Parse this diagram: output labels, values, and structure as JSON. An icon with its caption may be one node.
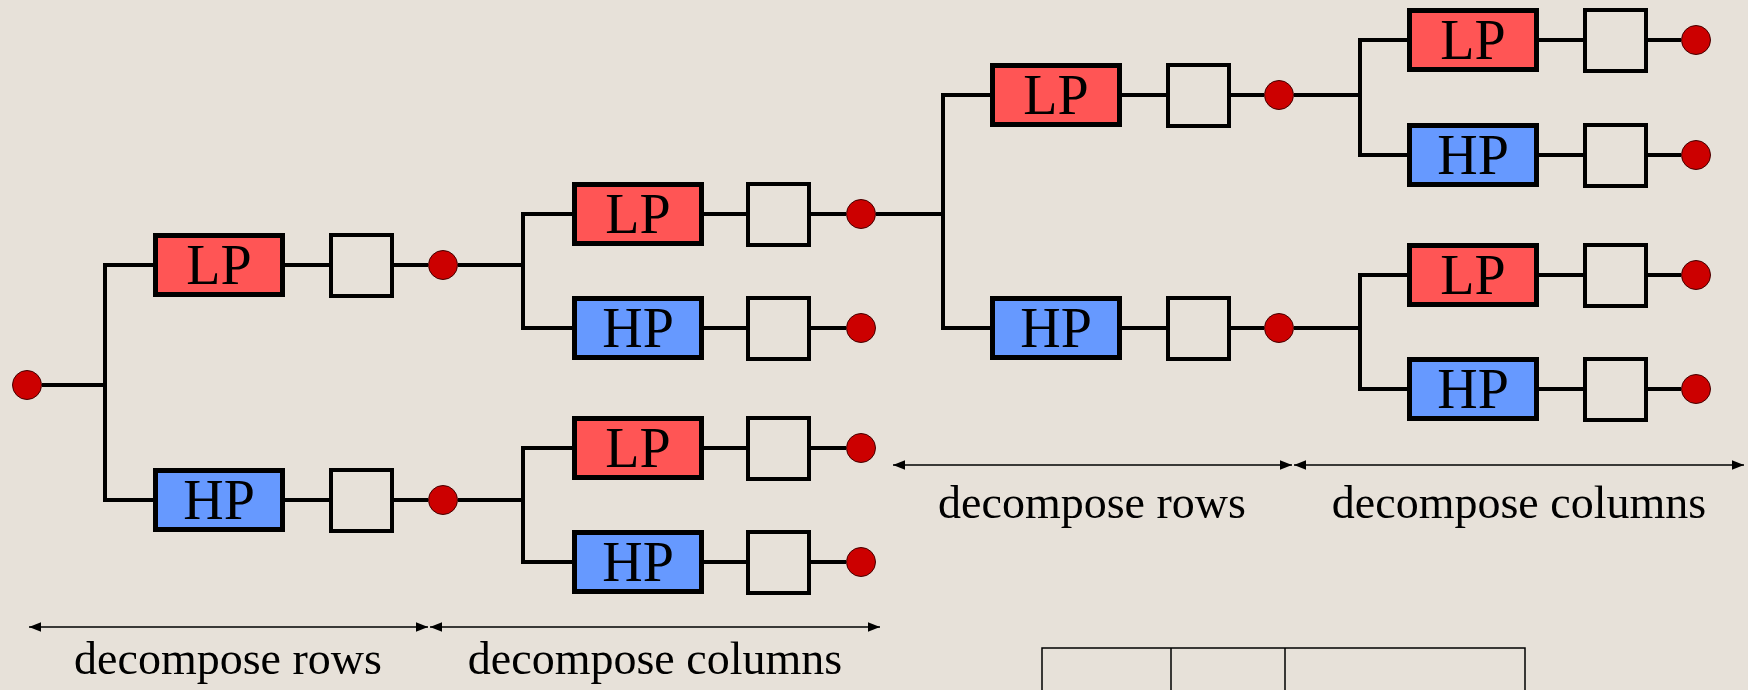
{
  "diagram": {
    "nodes": [
      {
        "text": [],
        "shape": "circle"
      },
      {
        "text": [
          "LP"
        ]
      },
      {
        "text": [],
        "shape": "box"
      },
      {
        "text": [],
        "shape": "circle"
      },
      {
        "text": [
          "HP"
        ]
      },
      {
        "text": [],
        "shape": "box"
      },
      {
        "text": [],
        "shape": "circle"
      },
      {
        "text": [
          "LP"
        ]
      },
      {
        "text": [],
        "shape": "box"
      },
      {
        "text": [],
        "shape": "circle"
      },
      {
        "text": [
          "HP"
        ]
      },
      {
        "text": [],
        "shape": "box"
      },
      {
        "text": [],
        "shape": "circle"
      },
      {
        "text": [
          "LP"
        ]
      },
      {
        "text": [],
        "shape": "box"
      },
      {
        "text": [],
        "shape": "circle"
      },
      {
        "text": [
          "HP"
        ]
      },
      {
        "text": [],
        "shape": "box"
      },
      {
        "text": [],
        "shape": "circle"
      },
      {
        "text": [
          "LP"
        ]
      },
      {
        "text": [],
        "shape": "box"
      },
      {
        "text": [],
        "shape": "circle"
      },
      {
        "text": [
          "HP"
        ]
      },
      {
        "text": [],
        "shape": "box"
      },
      {
        "text": [],
        "shape": "circle"
      },
      {
        "text": [
          "LP"
        ]
      },
      {
        "text": [],
        "shape": "box"
      },
      {
        "text": [],
        "shape": "circle"
      },
      {
        "text": [
          "HP"
        ]
      },
      {
        "text": [],
        "shape": "box"
      },
      {
        "text": [],
        "shape": "circle"
      },
      {
        "text": [
          "LP"
        ]
      },
      {
        "text": [],
        "shape": "box"
      },
      {
        "text": [],
        "shape": "circle"
      },
      {
        "text": [
          "HP"
        ]
      },
      {
        "text": [],
        "shape": "box"
      },
      {
        "text": [],
        "shape": "circle"
      }
    ],
    "edges": [
      {
        "from": 0,
        "to": 1,
        "arrow": "none"
      },
      {
        "from": 0,
        "to": 4,
        "arrow": "none"
      },
      {
        "from": 1,
        "to": 2,
        "arrow": "none"
      },
      {
        "from": 2,
        "to": 3,
        "arrow": "none"
      },
      {
        "from": 4,
        "to": 5,
        "arrow": "none"
      },
      {
        "from": 5,
        "to": 6,
        "arrow": "none"
      },
      {
        "from": 3,
        "to": 7,
        "arrow": "none"
      },
      {
        "from": 3,
        "to": 10,
        "arrow": "none"
      },
      {
        "from": 7,
        "to": 8,
        "arrow": "none"
      },
      {
        "from": 8,
        "to": 9,
        "arrow": "none"
      },
      {
        "from": 10,
        "to": 11,
        "arrow": "none"
      },
      {
        "from": 11,
        "to": 12,
        "arrow": "none"
      },
      {
        "from": 6,
        "to": 13,
        "arrow": "none"
      },
      {
        "from": 6,
        "to": 16,
        "arrow": "none"
      },
      {
        "from": 13,
        "to": 14,
        "arrow": "none"
      },
      {
        "from": 14,
        "to": 15,
        "arrow": "none"
      },
      {
        "from": 16,
        "to": 17,
        "arrow": "none"
      },
      {
        "from": 17,
        "to": 18,
        "arrow": "none"
      },
      {
        "from": 9,
        "to": 19,
        "arrow": "none"
      },
      {
        "from": 9,
        "to": 22,
        "arrow": "none"
      },
      {
        "from": 19,
        "to": 20,
        "arrow": "none"
      },
      {
        "from": 20,
        "to": 21,
        "arrow": "none"
      },
      {
        "from": 22,
        "to": 23,
        "arrow": "none"
      },
      {
        "from": 23,
        "to": 24,
        "arrow": "none"
      },
      {
        "from": 21,
        "to": 25,
        "arrow": "none"
      },
      {
        "from": 21,
        "to": 28,
        "arrow": "none"
      },
      {
        "from": 25,
        "to": 26,
        "arrow": "none"
      },
      {
        "from": 26,
        "to": 27,
        "arrow": "none"
      },
      {
        "from": 28,
        "to": 29,
        "arrow": "none"
      },
      {
        "from": 29,
        "to": 30,
        "arrow": "none"
      },
      {
        "from": 24,
        "to": 31,
        "arrow": "none"
      },
      {
        "from": 24,
        "to": 34,
        "arrow": "none"
      },
      {
        "from": 31,
        "to": 32,
        "arrow": "none"
      },
      {
        "from": 32,
        "to": 33,
        "arrow": "none"
      },
      {
        "from": 34,
        "to": 35,
        "arrow": "none"
      },
      {
        "from": 35,
        "to": 36,
        "arrow": "none"
      }
    ],
    "labels": [
      "decompose rows",
      "decompose columns",
      "decompose rows",
      "decompose columns"
    ]
  }
}
